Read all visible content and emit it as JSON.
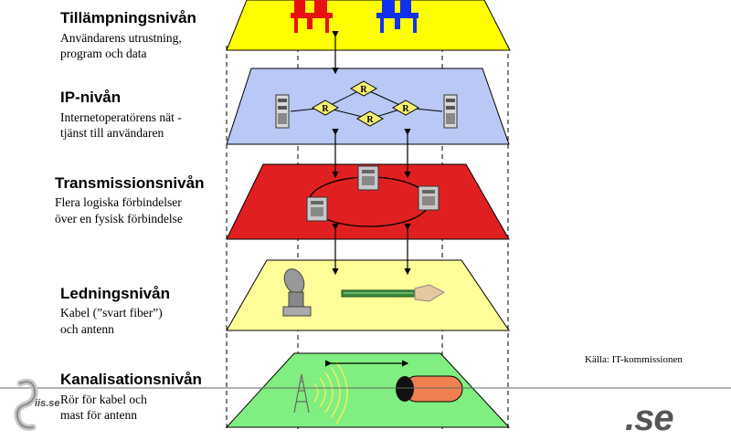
{
  "layers": [
    {
      "title": "Tillämpningsnivån",
      "desc": [
        "Användarens utrustning,",
        "program och data"
      ],
      "color": "#ffff00"
    },
    {
      "title": "IP-nivån",
      "desc": [
        "Internetoperatörens nät -",
        "tjänst till användaren"
      ],
      "color": "#b9c8f5"
    },
    {
      "title": "Transmissionsnivån",
      "desc": [
        "Flera logiska förbindelser",
        "över en fysisk förbindelse"
      ],
      "color": "#e02020"
    },
    {
      "title": "Ledningsnivån",
      "desc": [
        "Kabel (”svart fiber”)",
        "och antenn"
      ],
      "color": "#ffff99"
    },
    {
      "title": "Kanalisationsnivån",
      "desc": [
        "Rör för kabel och",
        "mast för antenn"
      ],
      "color": "#80ee80"
    }
  ],
  "router_label": "R",
  "source": "Källa: IT-kommissionen",
  "logos": {
    "left_text": "iis.se",
    "right_text": ".se"
  },
  "icons": [
    "user-red-icon",
    "user-blue-icon",
    "server-icon",
    "router-icon",
    "satellite-dish-icon",
    "fiber-cable-icon",
    "radio-mast-icon",
    "pipe-icon"
  ]
}
